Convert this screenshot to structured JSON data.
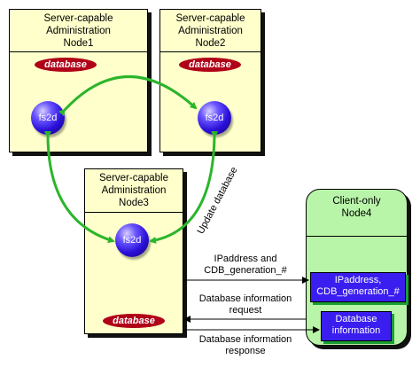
{
  "nodes": {
    "node1": {
      "title": "Server-capable\nAdministration\nNode1",
      "database": "database",
      "service": "fs2d"
    },
    "node2": {
      "title": "Server-capable\nAdministration\nNode2",
      "database": "database",
      "service": "fs2d"
    },
    "node3": {
      "title": "Server-capable\nAdministration\nNode3",
      "database": "database",
      "service": "fs2d"
    },
    "node4": {
      "title": "Client-only\nNode4",
      "ip_cdb_box": "IPaddress,\nCDB_generation_#",
      "db_info_box": "Database\ninformation"
    }
  },
  "messages": {
    "update": "Update database",
    "ip_cdb": "IPaddress and\nCDB_generation_#",
    "request": "Database information\nrequest",
    "response": "Database information\nresponse"
  },
  "colors": {
    "node_fill": "#ffffcc",
    "client_fill": "#b8f5a8",
    "sync_arrow": "#2bb52b",
    "database_badge": "#b00018",
    "info_box": "#3a1ef0"
  }
}
